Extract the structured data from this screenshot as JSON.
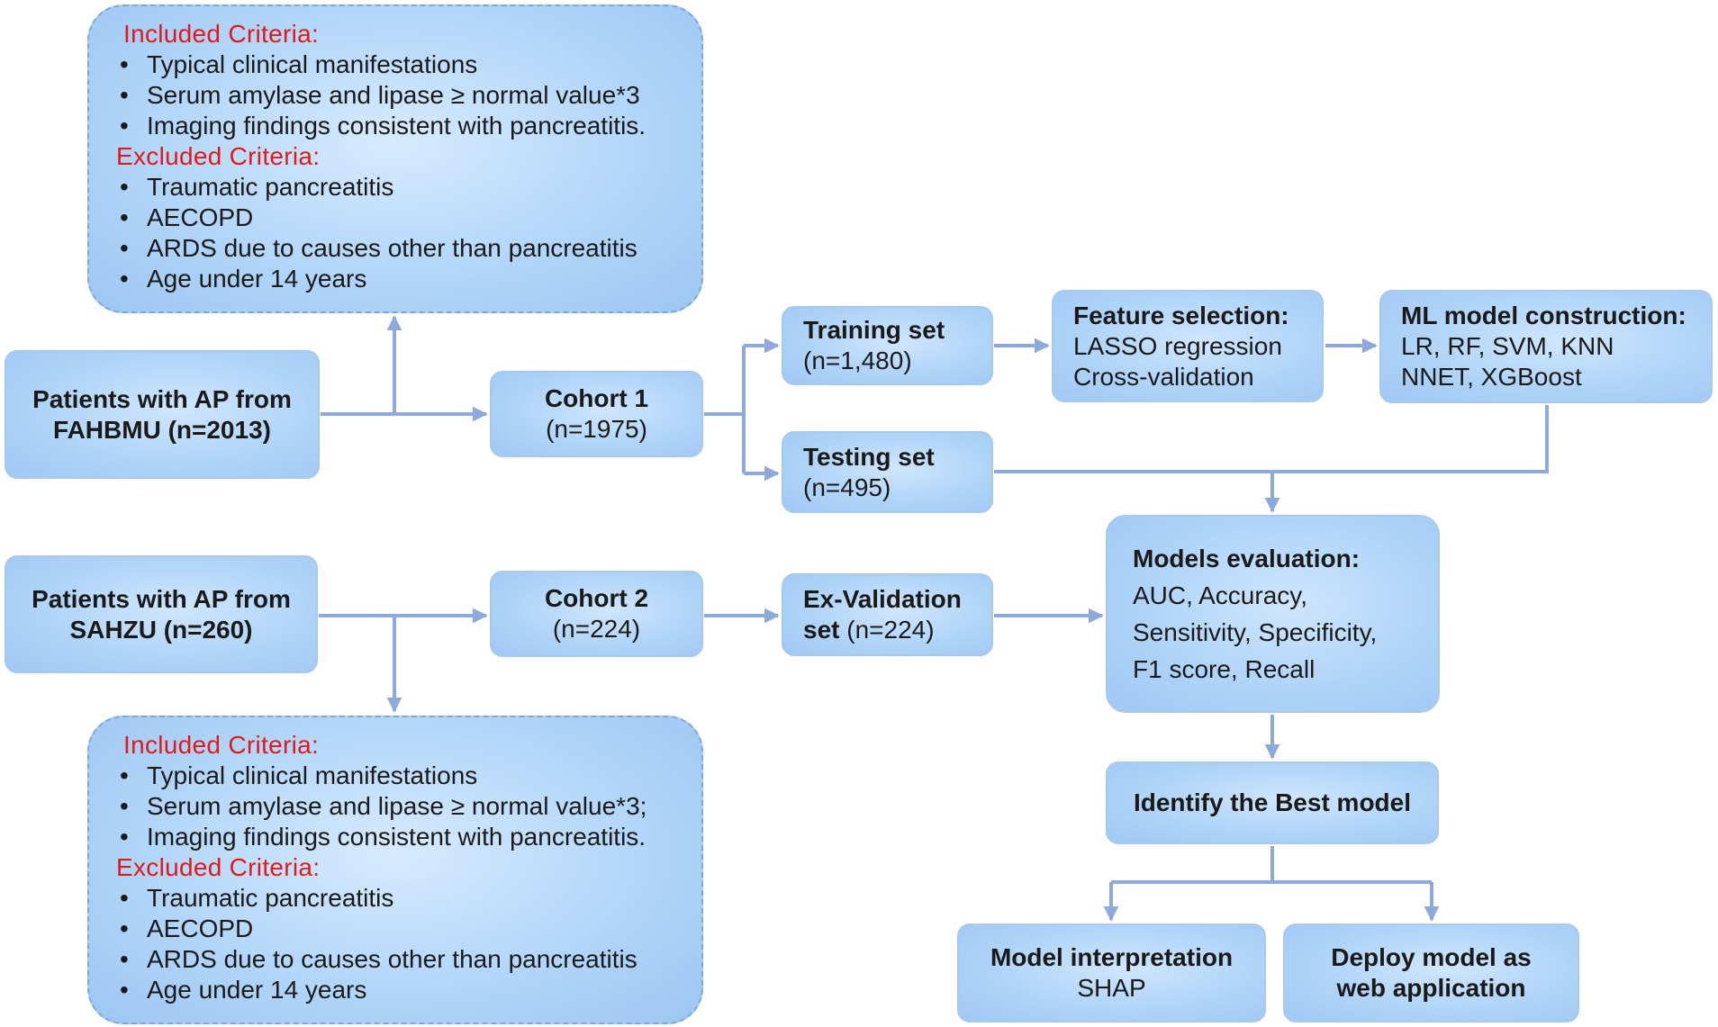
{
  "criteria_top": {
    "included_title": "Included  Criteria:",
    "included_items": [
      "Typical clinical manifestations",
      "Serum amylase and lipase ≥  normal value*3",
      "Imaging findings consistent with pancreatitis."
    ],
    "excluded_title": "Excluded  Criteria:",
    "excluded_items": [
      "Traumatic pancreatitis",
      "AECOPD",
      "ARDS due to causes other than pancreatitis",
      "Age under 14 years"
    ]
  },
  "criteria_bottom": {
    "included_title": "Included  Criteria:",
    "included_items": [
      "Typical clinical manifestations",
      "Serum amylase and lipase ≥  normal value*3;",
      "Imaging findings consistent with pancreatitis."
    ],
    "excluded_title": "Excluded  Criteria:",
    "excluded_items": [
      "Traumatic pancreatitis",
      "AECOPD",
      "ARDS due to causes other than pancreatitis",
      "Age under 14 years"
    ]
  },
  "nodes": {
    "patients1": {
      "line1": "Patients with AP from",
      "line2": "FAHBMU (n=2013)"
    },
    "patients2": {
      "line1": "Patients with AP from",
      "line2": "SAHZU (n=260)"
    },
    "cohort1": {
      "title": "Cohort 1",
      "sub": "(n=1975)"
    },
    "cohort2": {
      "title": "Cohort 2",
      "sub": "(n=224)"
    },
    "training": {
      "title": "Training set",
      "sub": "(n=1,480)"
    },
    "testing": {
      "title": "Testing set",
      "sub": "(n=495)"
    },
    "exval": {
      "title1": "Ex-Validation",
      "title2": "set",
      "sub": " (n=224)"
    },
    "feature": {
      "title": "Feature selection:",
      "line1": "LASSO regression",
      "line2": "Cross-validation"
    },
    "ml": {
      "title": "ML model construction:",
      "line1": "LR, RF, SVM, KNN",
      "line2": "NNET, XGBoost"
    },
    "evaluation": {
      "title": "Models evaluation:",
      "line1": "AUC, Accuracy,",
      "line2": "Sensitivity, Specificity,",
      "line3": "F1 score, Recall"
    },
    "best": {
      "title": "Identify the Best model"
    },
    "interp": {
      "title": "Model interpretation",
      "sub": "SHAP"
    },
    "deploy": {
      "line1": "Deploy model as",
      "line2": "web application"
    }
  },
  "colors": {
    "arrow": "#8eaadc",
    "box_border": "#a9c9ec",
    "criteria_heading": "#e0191b"
  }
}
